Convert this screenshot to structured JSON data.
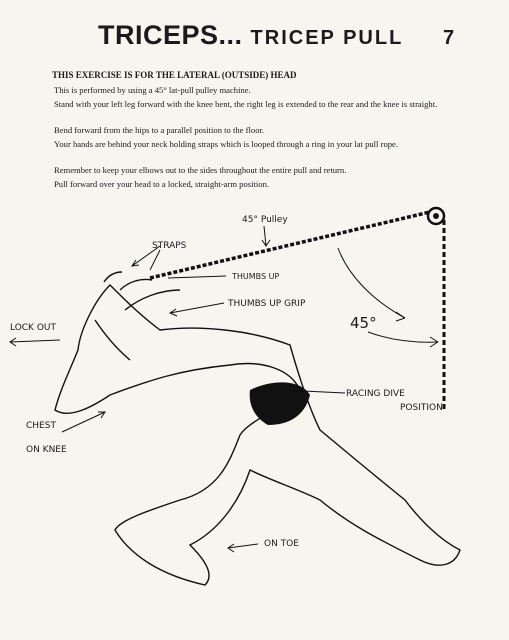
{
  "header": {
    "title": "TRICEPS...",
    "subtitle": "TRICEP PULL",
    "page_number": "7"
  },
  "intro": "THIS EXERCISE IS FOR THE LATERAL (OUTSIDE) HEAD",
  "instructions": [
    "This is performed by using a 45° lat-pull pulley machine.",
    "Stand with your left leg forward with the knee bent, the right leg is extended to the rear and the knee is straight.",
    "Bend forward from the hips to a parallel position to the floor.",
    "Your hands are behind your neck holding straps which is looped through a ring in your lat pull rope.",
    "Remember to keep your elbows out to the sides throughout the entire pull and return.",
    "Pull forward over your head to a locked, straight-arm position."
  ],
  "figure": {
    "labels": {
      "pulley": "45° Pulley",
      "straps": "STRAPS",
      "thumbs_up": "THUMBS UP",
      "thumbs_up_grip": "THUMBS UP GRIP",
      "angle": "45°",
      "lock_out": "LOCK OUT",
      "racing_dive_1": "RACING DIVE",
      "racing_dive_2": "POSITION",
      "chest_1": "CHEST",
      "chest_2": "ON KNEE",
      "on_toe": "ON TOE"
    }
  }
}
